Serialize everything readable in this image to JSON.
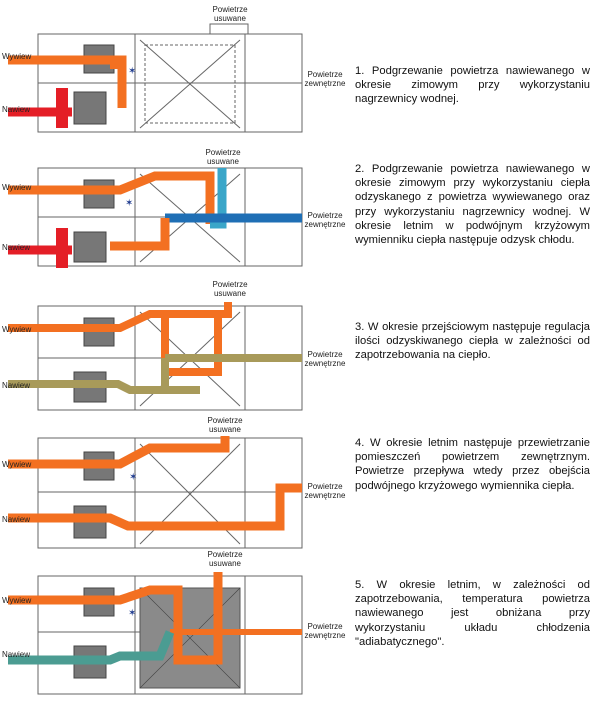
{
  "diagram": {
    "labels": {
      "exhaust": "Wywiew",
      "supply": "Nawiew",
      "outdoor": "Powietrze zewnętrzne",
      "removed": "Powietrze usuwane"
    },
    "colors": {
      "warm": "#f37021",
      "hot": "#e41e26",
      "cool_blue": "#1f6fb5",
      "cyan": "#3aa6c9",
      "olive": "#a89a5a",
      "teal": "#4b9c92",
      "grey_fill": "#8a8a8a",
      "outline": "#555555"
    }
  },
  "panels": [
    {
      "description": "1. Podgrzewanie powietrza nawiewanego w okresie zimowym przy wykorzystaniu nagrzewnicy wodnej."
    },
    {
      "description": "2. Podgrzewanie powietrza nawiewanego w okresie zimowym przy wykorzystaniu ciepła odzyskanego z powietrza wywiewanego oraz przy wykorzystaniu nagrzewnicy wodnej. W okresie letnim w podwójnym krzyżowym wymienniku ciepła następuje odzysk chłodu."
    },
    {
      "description": "3. W okresie przejściowym następuje regulacja ilości odzyskiwanego ciepła w zależności od zapotrzebowania na ciepło."
    },
    {
      "description": "4. W okresie letnim następuje przewietrzanie pomieszczeń powietrzem zewnętrznym. Powietrze przepływa wtedy przez obejścia podwójnego krzyżowego wymiennika ciepła."
    },
    {
      "description": "5. W okresie letnim, w zależności od zapotrzebowania, temperatura powietrza nawiewanego jest obniżana przy wykorzystaniu układu chłodzenia \"adiabatycznego\"."
    }
  ]
}
